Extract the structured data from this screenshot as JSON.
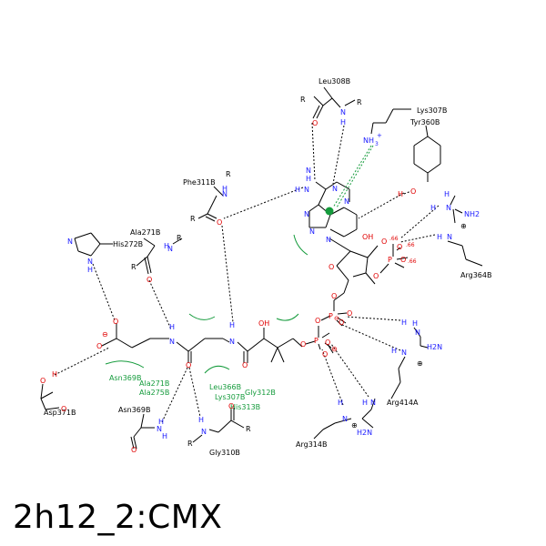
{
  "caption": "2h12_2:CMX",
  "residues": {
    "leu308": "Leu308B",
    "lys307": "Lys307B",
    "tyr360": "Tyr360B",
    "phe311": "Phe311B",
    "ala271": "Ala271B",
    "his272": "His272B",
    "arg364": "Arg364B",
    "arg414": "Arg414A",
    "arg314": "Arg314B",
    "asp371": "Asp371B",
    "asn369": "Asn369B",
    "gly310": "Gly310B"
  },
  "hydrophobic": {
    "asn369": "Asn369B",
    "ala271": "Ala271B",
    "ala275": "Ala275B",
    "leu366": "Leu366B",
    "lys307": "Lys307B",
    "gly312": "Gly312B",
    "his313": "His313B"
  },
  "atoms": {
    "R": "R",
    "N": "N",
    "O": "O",
    "H": "H",
    "P": "P",
    "NH": "NH",
    "HN": "HN",
    "NH3": "NH",
    "NH3_sub": "3",
    "NH3_charge": "+",
    "NH2": "NH2",
    "H2N": "H2N",
    "OH": "OH",
    "HO": "HO",
    "minus": "⊖",
    "plus": "⊕",
    "charge66": ".66"
  },
  "colors": {
    "line": "#000000",
    "nitrogen": "#1a1aff",
    "oxygen": "#e00000",
    "hydrophobic": "#159b3c",
    "contact": "#159b3c",
    "pi": "#159b3c"
  }
}
